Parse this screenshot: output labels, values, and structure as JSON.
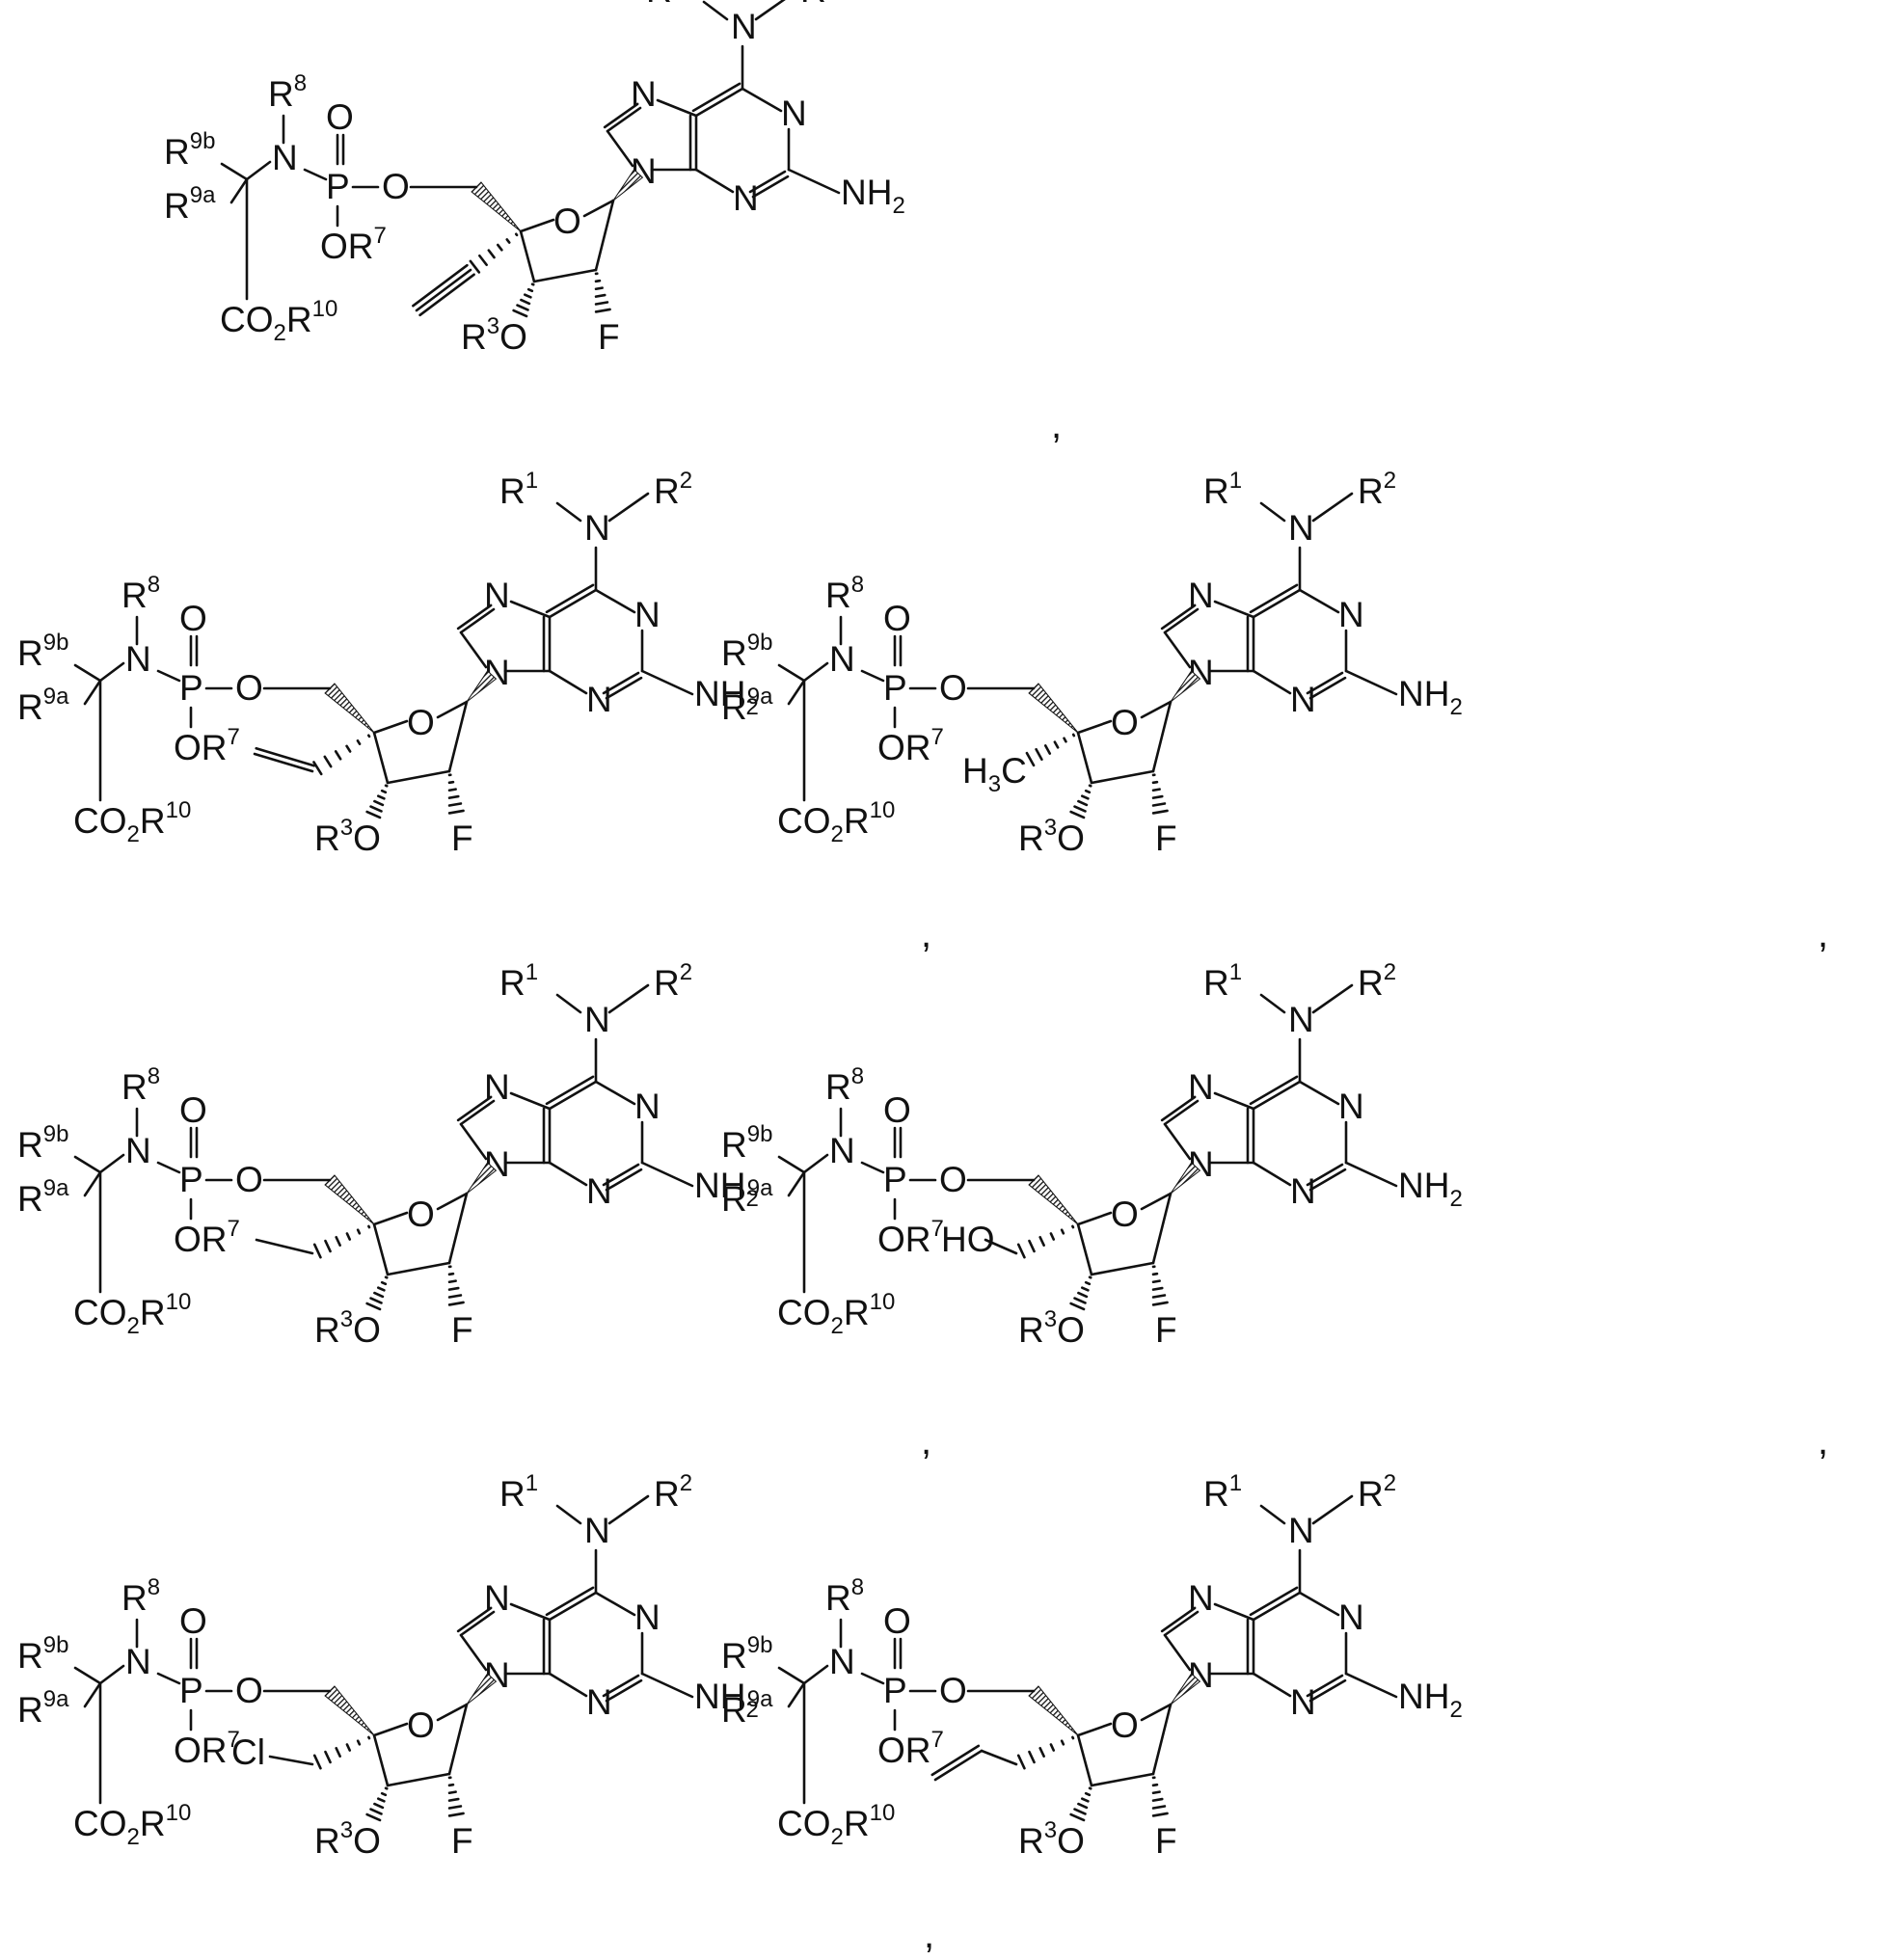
{
  "image_title": "",
  "labels": {
    "R1": "R",
    "R1_sup": "1",
    "R2": "R",
    "R2_sup": "2",
    "N": "N",
    "NH2": "NH",
    "NH2_sub": "2",
    "R8": "R",
    "R8_sup": "8",
    "R9b": "R",
    "R9b_sup": "9b",
    "R9a": "R",
    "R9a_sup": "9a",
    "P": "P",
    "O": "O",
    "OR7": "OR",
    "OR7_sup": "7",
    "CO2R10_a": "CO",
    "CO2R10_sub": "2",
    "CO2R10_b": "R",
    "CO2R10_sup": "10",
    "R3O_a": "R",
    "R3O_sup": "3",
    "R3O_b": "O",
    "F": "F",
    "comma": ","
  },
  "structures": [
    {
      "id": "s1",
      "substituent": "ethynyl",
      "substituent_label": ""
    },
    {
      "id": "s2",
      "substituent": "vinyl",
      "substituent_label": ""
    },
    {
      "id": "s3",
      "substituent": "methyl",
      "substituent_label": "H3C",
      "substituent_label_parts": [
        "H",
        "3",
        "C"
      ]
    },
    {
      "id": "s4",
      "substituent": "ethyl",
      "substituent_label": ""
    },
    {
      "id": "s5",
      "substituent": "hydroxymethyl",
      "substituent_label": "HO"
    },
    {
      "id": "s6",
      "substituent": "chloromethyl",
      "substituent_label": "Cl"
    },
    {
      "id": "s7",
      "substituent": "allyl",
      "substituent_label": ""
    }
  ],
  "separators": [
    ",",
    ",",
    ",",
    ",",
    ",",
    ","
  ]
}
